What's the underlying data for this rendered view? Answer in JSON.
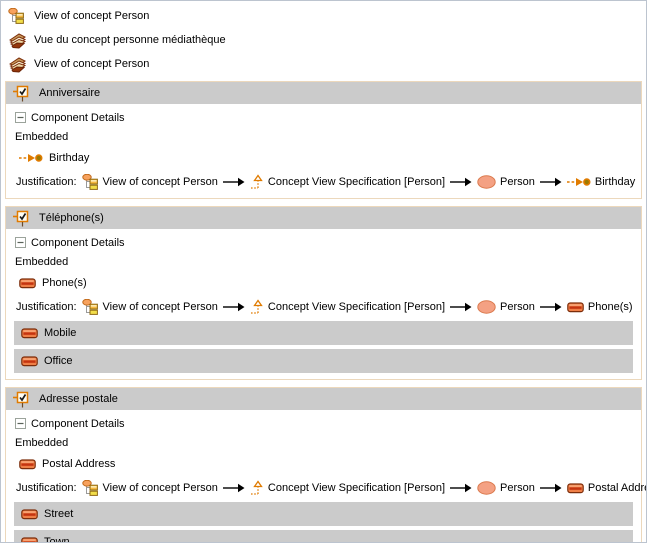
{
  "colors": {
    "header_bar": "#cbcbcb",
    "section_border": "#ecd8bc",
    "page_border": "#bcc4cf",
    "accent_orange": "#e07b00"
  },
  "top_items": [
    {
      "icon": "view-tree-icon",
      "label": "View of concept Person"
    },
    {
      "icon": "media-library-icon",
      "label": "Vue du concept personne médiathèque"
    },
    {
      "icon": "media-library-icon",
      "label": "View of concept Person"
    }
  ],
  "sections": [
    {
      "title": "Anniversaire",
      "title_icon": "checked-view-icon",
      "component_details_label": "Component Details",
      "embedded_label": "Embedded",
      "element": {
        "icon": "relation-icon",
        "label": "Birthday"
      },
      "justification_label": "Justification:",
      "justification_chain": [
        {
          "icon": "view-tree-icon",
          "label": "View of concept Person"
        },
        {
          "icon": "spec-arrow-icon",
          "label": "Concept View Specification [Person]"
        },
        {
          "icon": "concept-icon",
          "label": "Person"
        },
        {
          "icon": "relation-icon",
          "label": "Birthday"
        }
      ],
      "subrows": []
    },
    {
      "title": "Téléphone(s)",
      "title_icon": "checked-view-icon",
      "component_details_label": "Component Details",
      "embedded_label": "Embedded",
      "element": {
        "icon": "attribute-icon",
        "label": "Phone(s)"
      },
      "justification_label": "Justification:",
      "justification_chain": [
        {
          "icon": "view-tree-icon",
          "label": "View of concept Person"
        },
        {
          "icon": "spec-arrow-icon",
          "label": "Concept View Specification [Person]"
        },
        {
          "icon": "concept-icon",
          "label": "Person"
        },
        {
          "icon": "attribute-icon",
          "label": "Phone(s)"
        }
      ],
      "subrows": [
        {
          "icon": "attribute-icon",
          "label": "Mobile"
        },
        {
          "icon": "attribute-icon",
          "label": "Office"
        }
      ]
    },
    {
      "title": "Adresse postale",
      "title_icon": "checked-view-icon",
      "component_details_label": "Component Details",
      "embedded_label": "Embedded",
      "element": {
        "icon": "attribute-icon",
        "label": "Postal Address"
      },
      "justification_label": "Justification:",
      "justification_chain": [
        {
          "icon": "view-tree-icon",
          "label": "View of concept Person"
        },
        {
          "icon": "spec-arrow-icon",
          "label": "Concept View Specification [Person]"
        },
        {
          "icon": "concept-icon",
          "label": "Person"
        },
        {
          "icon": "attribute-icon",
          "label": "Postal Address"
        }
      ],
      "subrows": [
        {
          "icon": "attribute-icon",
          "label": "Street"
        },
        {
          "icon": "attribute-icon",
          "label": "Town"
        }
      ]
    }
  ]
}
